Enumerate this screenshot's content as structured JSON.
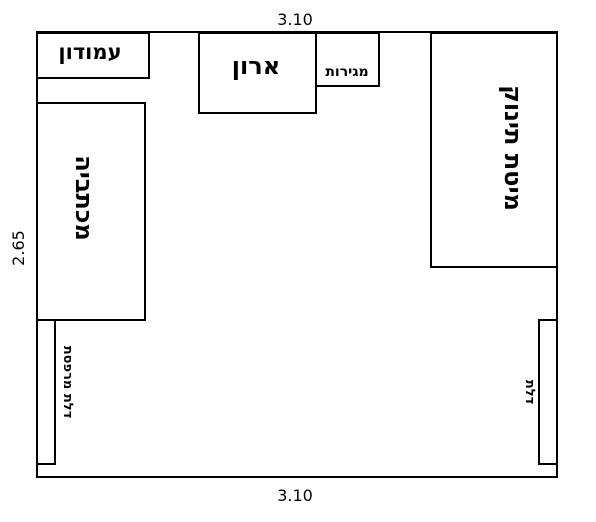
{
  "dimensions": {
    "width_top": "3.10",
    "width_bottom": "3.10",
    "height_left": "2.65"
  },
  "furniture": {
    "nightstand": "עמודון",
    "closet": "ארון",
    "drawers": "מגירות",
    "bed": "מיטת תינוק",
    "desk": "מכתביה",
    "balcony_door": "דלת מרפסת",
    "door": "דלת"
  },
  "colors": {
    "stroke": "#000000",
    "background": "#ffffff"
  }
}
